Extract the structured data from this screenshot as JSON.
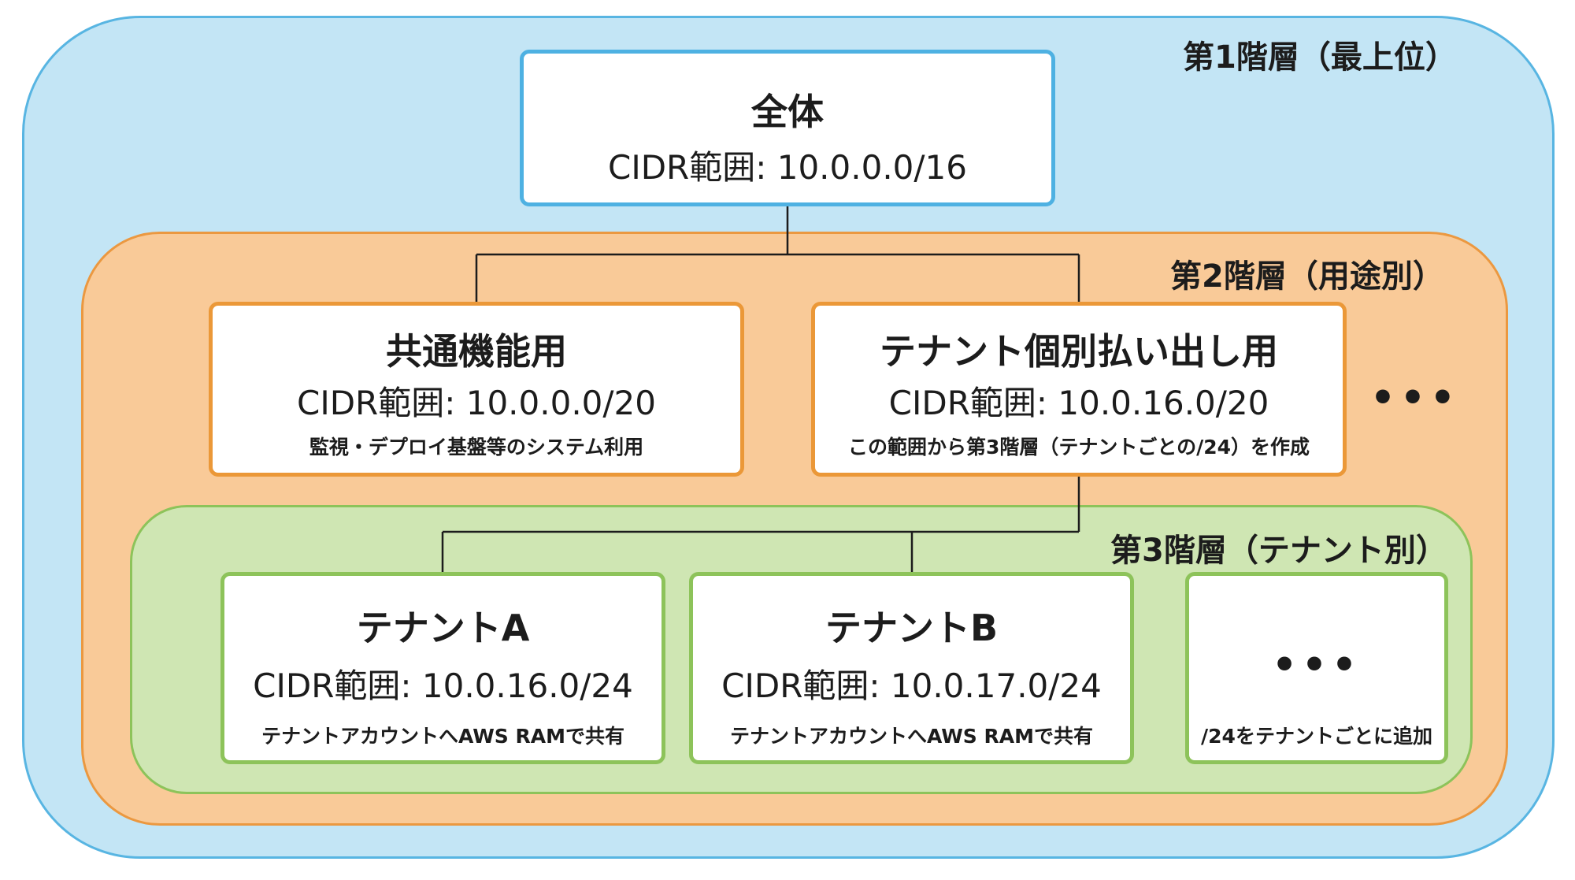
{
  "layers": {
    "layer1_label": "第1階層（最上位）",
    "layer2_label": "第2階層（用途別）",
    "layer3_label": "第3階層（テナント別）"
  },
  "root": {
    "title": "全体",
    "cidr": "CIDR範囲: 10.0.0.0/16"
  },
  "common": {
    "title": "共通機能用",
    "cidr": "CIDR範囲: 10.0.0.0/20",
    "note": "監視・デプロイ基盤等のシステム利用"
  },
  "tenant_pool": {
    "title": "テナント個別払い出し用",
    "cidr": "CIDR範囲: 10.0.16.0/20",
    "note": "この範囲から第3階層（テナントごとの/24）を作成"
  },
  "layer2_more": "•••",
  "tenant_a": {
    "title": "テナントA",
    "cidr": "CIDR範囲: 10.0.16.0/24",
    "note": "テナントアカウントへAWS RAMで共有"
  },
  "tenant_b": {
    "title": "テナントB",
    "cidr": "CIDR範囲: 10.0.17.0/24",
    "note": "テナントアカウントへAWS RAMで共有"
  },
  "tenant_more": {
    "title": "•••",
    "note": "/24をテナントごとに追加"
  },
  "colors": {
    "layer1_fill": "#c3e5f5",
    "layer1_border": "#58b5e2",
    "layer2_fill": "#f9ca98",
    "layer2_border": "#eb9840",
    "layer3_fill": "#cfe6b3",
    "layer3_border": "#8dc35a",
    "connector": "#1c1c1c"
  }
}
